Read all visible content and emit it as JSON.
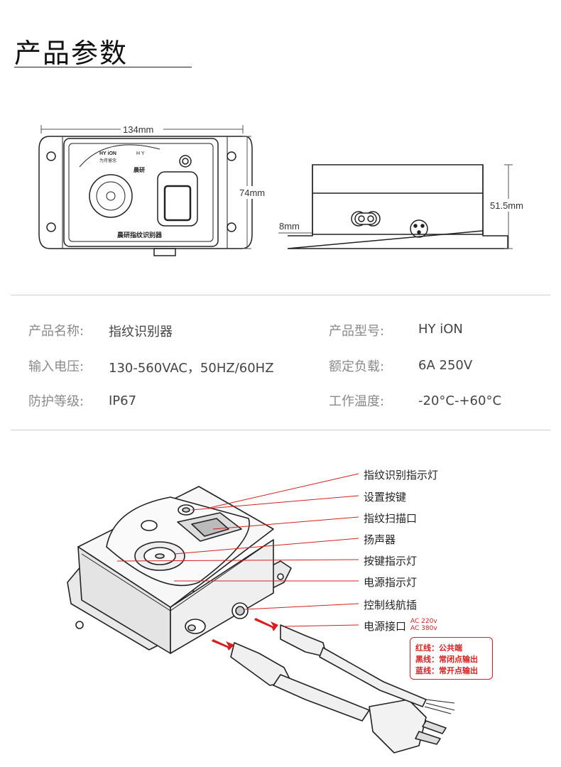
{
  "section_title": "产品参数",
  "dimensions": {
    "width": "134mm",
    "height": "74mm",
    "depth": "51.5mm",
    "base": "8mm"
  },
  "device_text": {
    "logo": "HY iON",
    "logo_sub": "为月留念",
    "logo_badge": "H Y",
    "brand": "晨研",
    "model_name": "晨研指纹识别器"
  },
  "specs": [
    {
      "label": "产品名称:",
      "value": "指纹识别器"
    },
    {
      "label": "产品型号:",
      "value": "HY iON"
    },
    {
      "label": "输入电压:",
      "value": "130-560VAC，50HZ/60HZ"
    },
    {
      "label": "额定负载:",
      "value": "6A 250V"
    },
    {
      "label": "防护等级:",
      "value": "IP67"
    },
    {
      "label": "工作温度:",
      "value": "-20°C-+60°C"
    }
  ],
  "callouts": [
    "指纹识别指示灯",
    "设置按键",
    "指纹扫描口",
    "扬声器",
    "按键指示灯",
    "电源指示灯",
    "控制线航插",
    "电源接口"
  ],
  "power_spec": [
    "AC 220v",
    "AC 380v"
  ],
  "wire_legend": [
    "红线：公共端",
    "黑线：常闭点输出",
    "蓝线：常开点输出"
  ],
  "colors": {
    "accent": "#d32020",
    "line": "#222222",
    "separator": "#cfcfcf"
  }
}
